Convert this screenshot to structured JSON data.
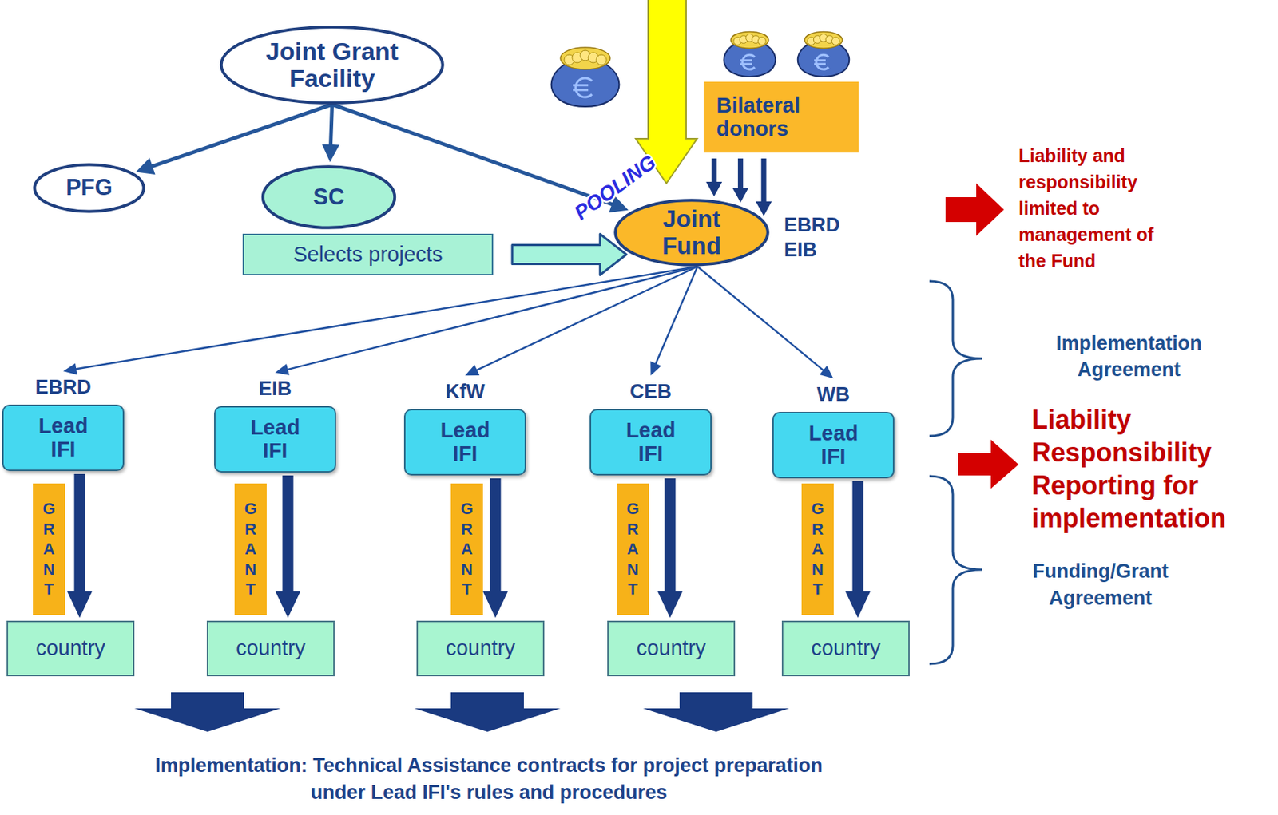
{
  "diagram": {
    "nodes": [
      {
        "text": [
          "Joint Grant Facility"
        ]
      },
      {
        "text": [
          "PFG"
        ]
      },
      {
        "text": [
          "SC"
        ]
      },
      {
        "text": [
          "Selects projects"
        ]
      },
      {
        "text": [
          "Bilateral donors"
        ]
      },
      {
        "text": [
          "Joint Fund",
          "EBRD EIB"
        ]
      },
      {
        "text": [
          "EBRD",
          "Lead IFI"
        ]
      },
      {
        "text": [
          "EIB",
          "Lead IFI"
        ]
      },
      {
        "text": [
          "KfW",
          "Lead IFI"
        ]
      },
      {
        "text": [
          "CEB",
          "Lead IFI"
        ]
      },
      {
        "text": [
          "WB",
          "Lead IFI"
        ]
      },
      {
        "text": [
          "GRANT"
        ]
      },
      {
        "text": [
          "GRANT"
        ]
      },
      {
        "text": [
          "GRANT"
        ]
      },
      {
        "text": [
          "GRANT"
        ]
      },
      {
        "text": [
          "GRANT"
        ]
      },
      {
        "text": [
          "country"
        ]
      },
      {
        "text": [
          "country"
        ]
      },
      {
        "text": [
          "country"
        ]
      },
      {
        "text": [
          "country"
        ]
      },
      {
        "text": [
          "country"
        ]
      }
    ],
    "edges": [
      {
        "from": 0,
        "to": 1,
        "arrow": "to"
      },
      {
        "from": 0,
        "to": 2,
        "arrow": "to"
      },
      {
        "from": 0,
        "to": 5,
        "arrow": "to"
      },
      {
        "from": 3,
        "to": 5,
        "arrow": "to"
      },
      {
        "from": 4,
        "to": 5,
        "arrow": "to"
      },
      {
        "from": 5,
        "to": 6,
        "arrow": "to"
      },
      {
        "from": 5,
        "to": 7,
        "arrow": "to"
      },
      {
        "from": 5,
        "to": 8,
        "arrow": "to"
      },
      {
        "from": 5,
        "to": 9,
        "arrow": "to"
      },
      {
        "from": 5,
        "to": 10,
        "arrow": "to"
      },
      {
        "from": 6,
        "to": 16,
        "arrow": "to"
      },
      {
        "from": 7,
        "to": 17,
        "arrow": "to"
      },
      {
        "from": 8,
        "to": 18,
        "arrow": "to"
      },
      {
        "from": 9,
        "to": 19,
        "arrow": "to"
      },
      {
        "from": 10,
        "to": 20,
        "arrow": "to"
      }
    ],
    "labels": [
      "POOLING",
      "Liability and responsibility limited to management of the Fund",
      "Implementation Agreement",
      "Liability Responsibility Reporting for implementation",
      "Funding/Grant Agreement",
      "Implementation: Technical Assistance contracts for project preparation under Lead IFI's rules and procedures"
    ]
  }
}
